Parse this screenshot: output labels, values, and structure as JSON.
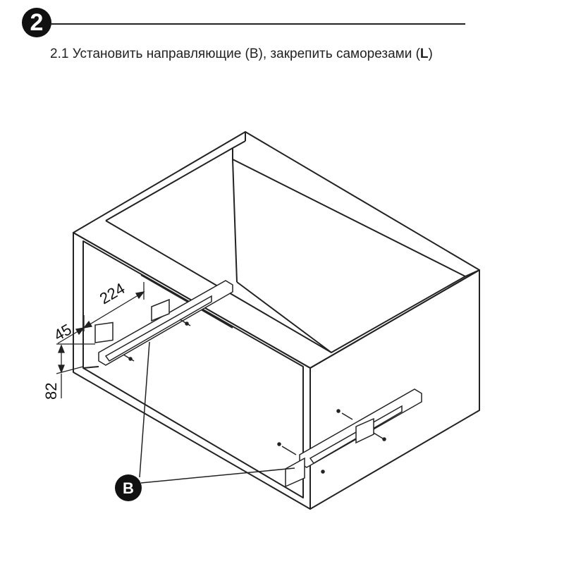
{
  "step": {
    "number": "2"
  },
  "instruction": {
    "prefix": "2.1 Установить направляющие (B), закрепить саморезами (",
    "bold": "L",
    "suffix": ")"
  },
  "diagram": {
    "dimensions": {
      "d224": "224",
      "d45": "45",
      "d82": "82"
    },
    "callout_label": "B"
  }
}
